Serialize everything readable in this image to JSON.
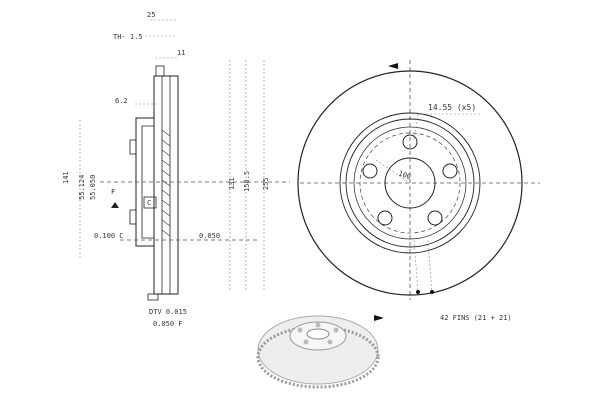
{
  "side_view": {
    "dims": {
      "width": "25",
      "th": "TH- 1.5",
      "offset": "11",
      "hub_thickness": "6.2",
      "od_141": "141",
      "bore_max": "55.124",
      "bore_min": "55.050",
      "f_mark": "F",
      "c_mark": "C",
      "runout_left": "0.100 C",
      "runout_right": "0.050",
      "d131": "131",
      "d158": "158.5",
      "d255": "255",
      "dtv": "DTV 0.015",
      "flat": "0.050 F"
    }
  },
  "front_view": {
    "holes_label": "14.55 (x5)",
    "pcd_label": "100",
    "fins_label": "42 FINS (21 + 21)"
  }
}
